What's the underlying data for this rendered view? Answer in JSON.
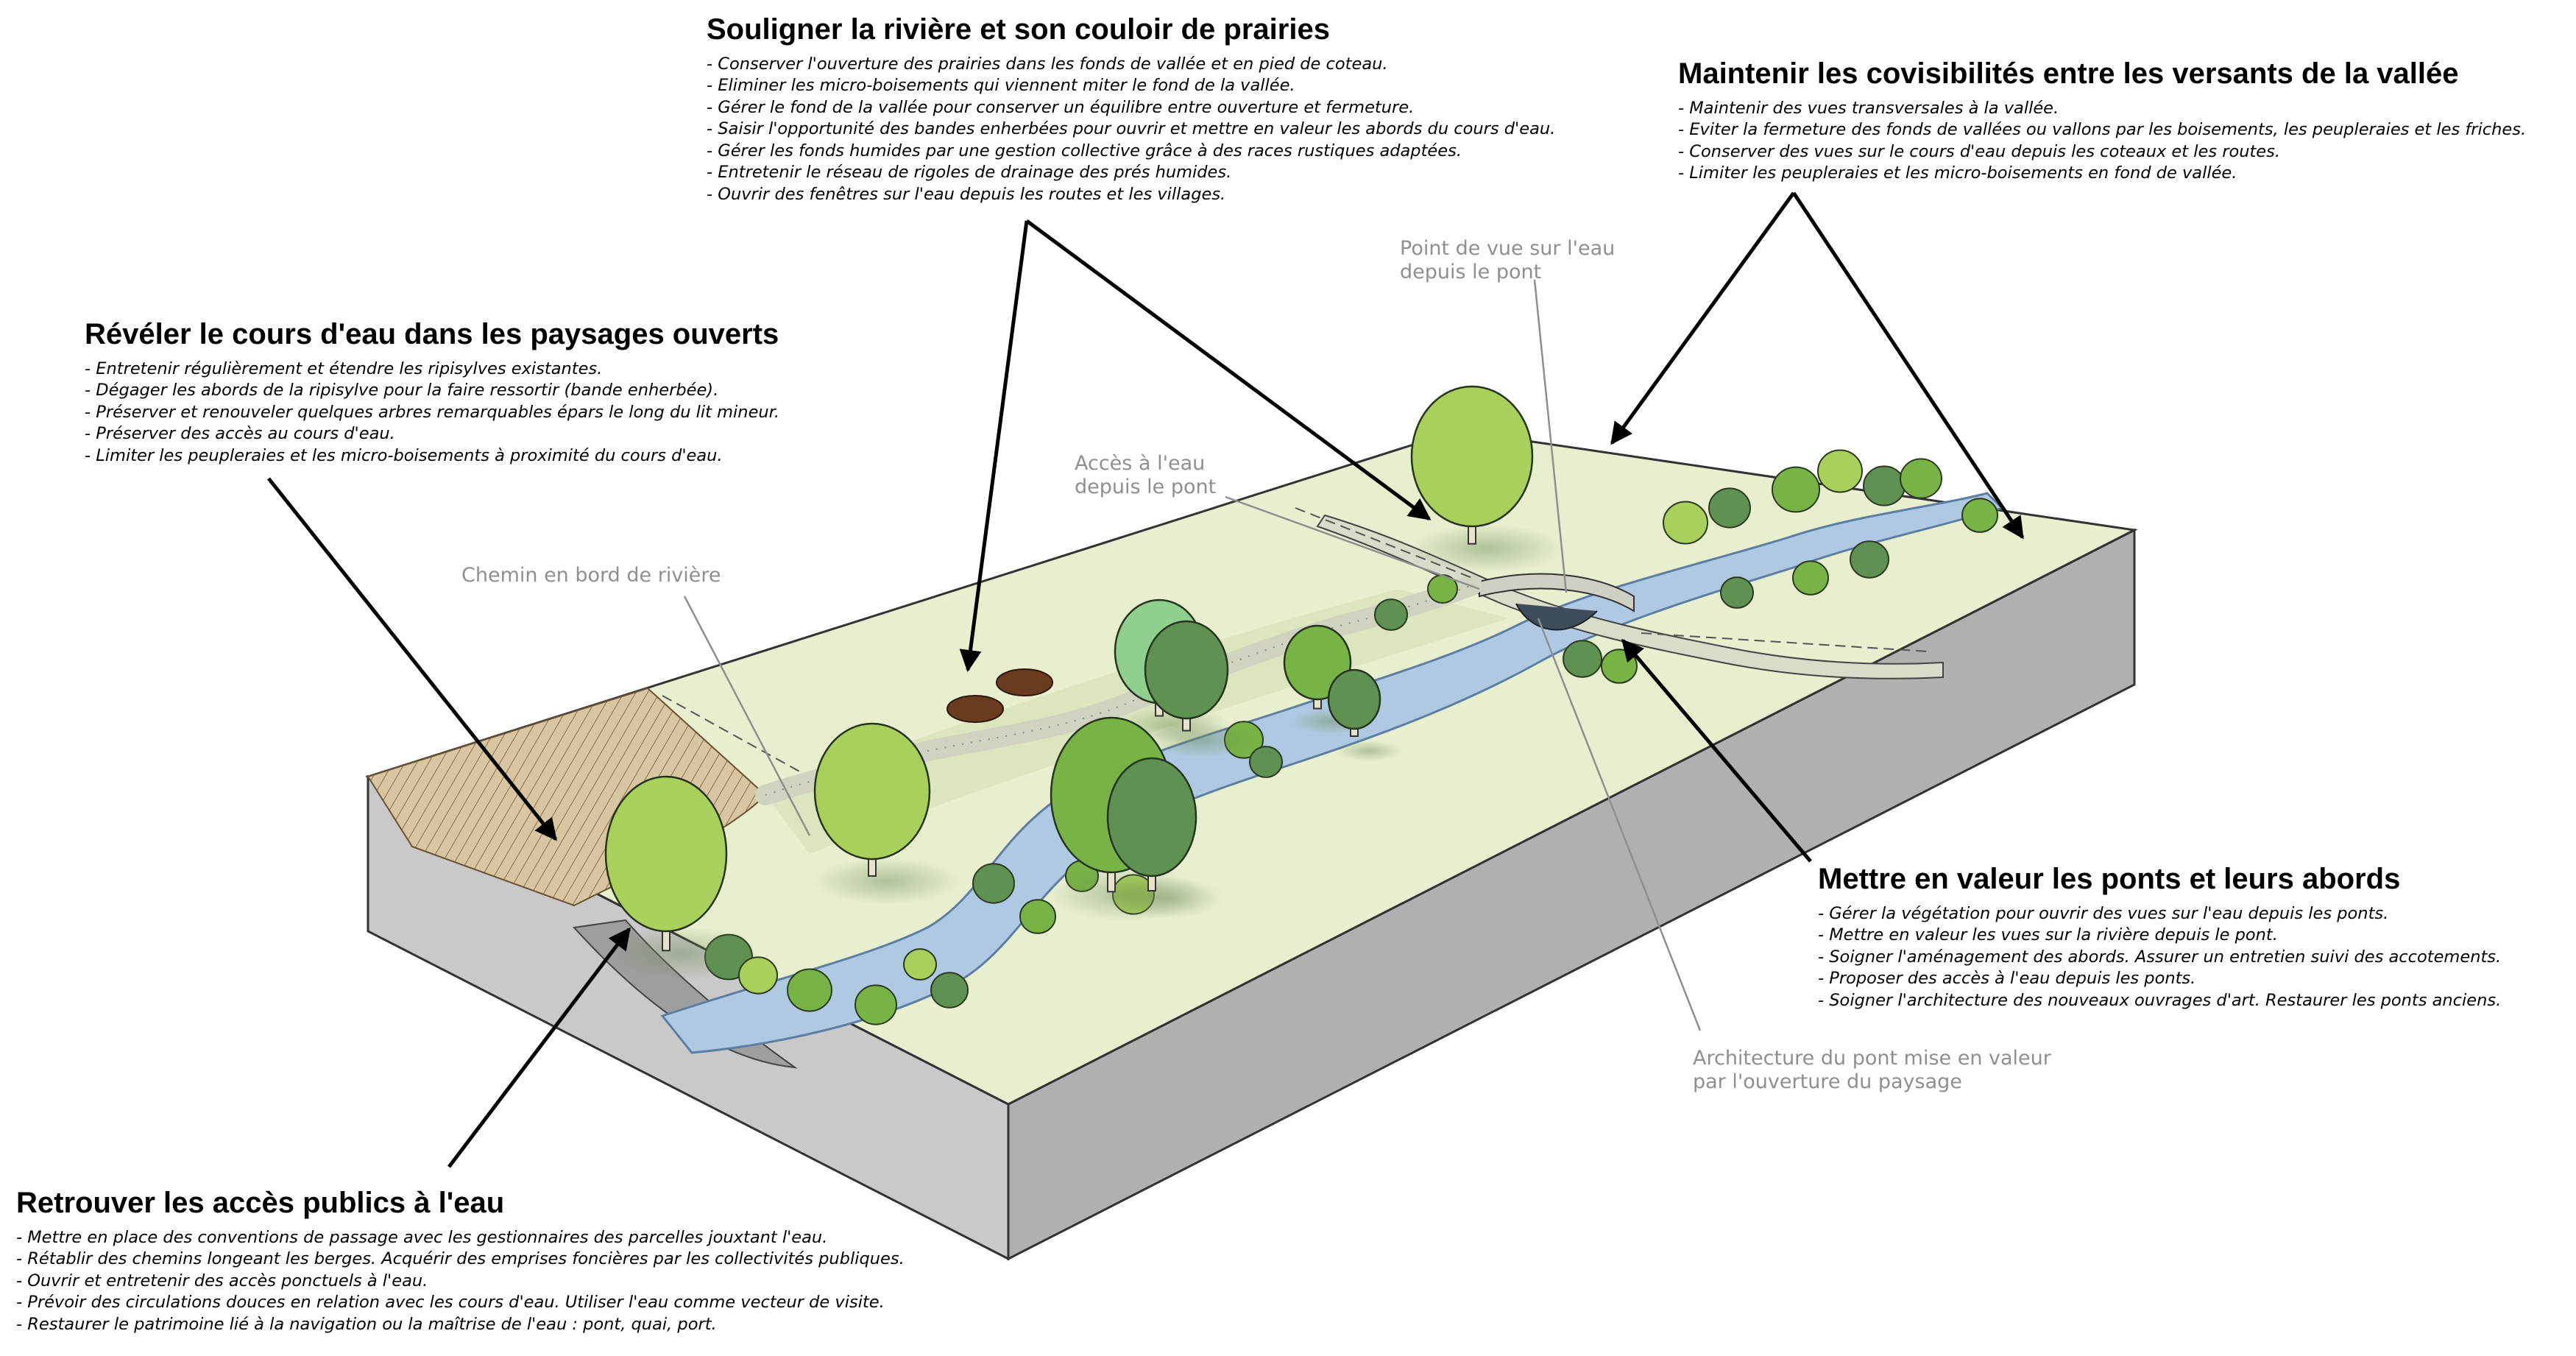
{
  "colors": {
    "meadow": "#e6efcf",
    "meadow_dark": "#d4e1b2",
    "water": "#adc8e0",
    "water_edge": "#7f9fbe",
    "soil_side": "#c4c4c4",
    "soil_side_dark": "#a8a8a8",
    "path": "#d9dcc9",
    "field_hatch": "#d8c6a3",
    "tree_light": "#a9d05a",
    "tree_mid": "#78b346",
    "tree_dark": "#5e9152",
    "tree_pale": "#8fd08f",
    "cattle": "#6b3b1f",
    "annotation_gray": "#8f8f8f",
    "arrow": "#000000"
  },
  "blocks": {
    "prairies": {
      "title": "Souligner la rivière et son couloir de prairies",
      "items": [
        "- Conserver l'ouverture des prairies dans les fonds de vallée et en pied de coteau.",
        "- Eliminer les micro-boisements qui viennent miter le fond de la vallée.",
        "- Gérer le fond de la vallée pour conserver un équilibre entre ouverture et fermeture.",
        "- Saisir l'opportunité des bandes enherbées pour ouvrir et mettre en valeur les abords du cours d'eau.",
        "- Gérer les fonds humides par une gestion collective grâce à des races rustiques adaptées.",
        "- Entretenir le réseau de rigoles de drainage des prés humides.",
        "- Ouvrir des fenêtres sur l'eau depuis les routes et les villages."
      ]
    },
    "covisibilites": {
      "title": "Maintenir les covisibilités entre les versants de la vallée",
      "items": [
        "- Maintenir des vues transversales à la vallée.",
        "- Eviter la fermeture des fonds de vallées ou vallons par les boisements, les peupleraies et les friches.",
        "- Conserver des vues sur le cours d'eau depuis les coteaux et les routes.",
        "- Limiter les peupleraies et les micro-boisements en fond de vallée."
      ]
    },
    "reveler": {
      "title": "Révéler le cours d'eau dans les paysages ouverts",
      "items": [
        "- Entretenir régulièrement et étendre les ripisylves existantes.",
        "- Dégager les abords de la ripisylve pour la faire ressortir (bande enherbée).",
        "- Préserver et renouveler quelques arbres remarquables épars le long du lit mineur.",
        "- Préserver des accès au cours d'eau.",
        "- Limiter les peupleraies et les micro-boisements à proximité du cours d'eau."
      ]
    },
    "ponts": {
      "title": "Mettre en valeur les ponts et leurs abords",
      "items": [
        "- Gérer la végétation pour ouvrir des vues sur l'eau depuis les ponts.",
        "- Mettre en valeur les vues sur la rivière depuis le pont.",
        "- Soigner l'aménagement des abords. Assurer un entretien suivi des accotements.",
        "- Proposer des accès à l'eau depuis les ponts.",
        "- Soigner l'architecture des nouveaux ouvrages d'art. Restaurer les ponts anciens."
      ]
    },
    "acces": {
      "title": "Retrouver les accès publics à l'eau",
      "items": [
        "- Mettre en place des conventions de passage avec les gestionnaires des parcelles jouxtant l'eau.",
        "- Rétablir des chemins longeant les berges. Acquérir des emprises foncières par les collectivités publiques.",
        "- Ouvrir et entretenir des accès ponctuels à l'eau.",
        "- Prévoir des circulations douces en relation avec les cours d'eau. Utiliser l'eau comme vecteur de visite.",
        "- Restaurer le patrimoine lié à la navigation ou la maîtrise de l'eau : pont, quai, port."
      ]
    }
  },
  "annotations": {
    "point_de_vue": [
      "Point de vue sur l'eau",
      "depuis le pont"
    ],
    "acces_pont": [
      "Accès à l'eau",
      "depuis le pont"
    ],
    "chemin": [
      "Chemin en bord de rivière"
    ],
    "architecture": [
      "Architecture du pont mise en valeur",
      "par l'ouverture du paysage"
    ]
  }
}
